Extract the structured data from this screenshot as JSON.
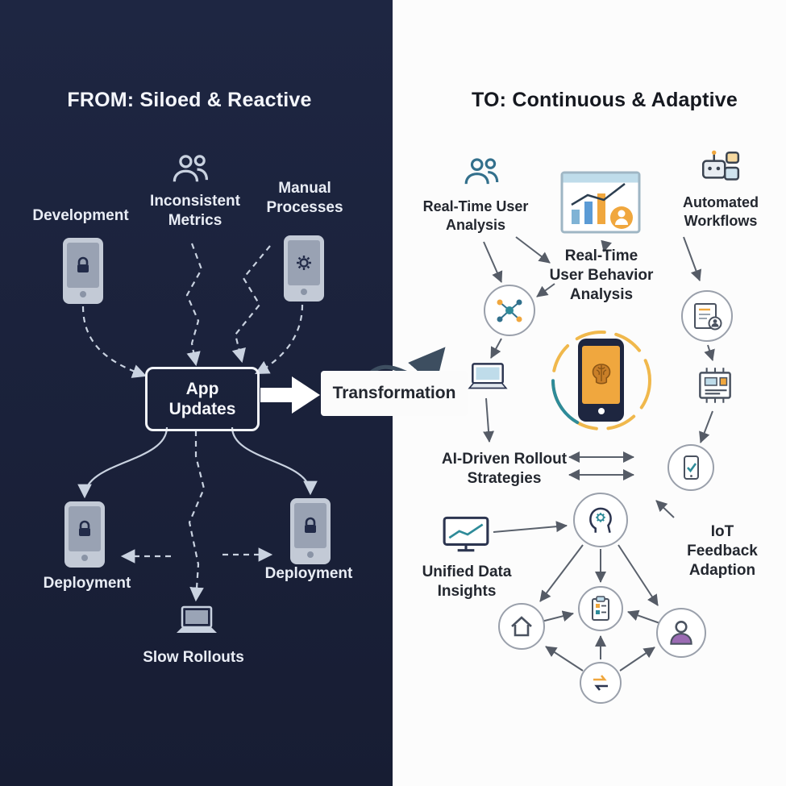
{
  "left": {
    "title": "FROM: Siloed & Reactive",
    "nodes": {
      "development": "Development",
      "inconsistent_metrics": "Inconsistent Metrics",
      "manual_processes": "Manual Processes",
      "app_updates": "App Updates",
      "deployment_left": "Deployment",
      "deployment_right": "Deployment",
      "slow_rollouts": "Slow Rollouts"
    }
  },
  "center": {
    "transformation_label": "Transformation"
  },
  "right": {
    "title": "TO: Continuous & Adaptive",
    "nodes": {
      "real_time_user_analysis": "Real-Time User Analysis",
      "automated_workflows": "Automated Workflows",
      "real_time_user_behavior_analysis": "Real-Time User Behavior Analysis",
      "ai_driven_rollout_strategies": "AI-Driven Rollout Strategies",
      "unified_data_insights": "Unified Data Insights",
      "iot_feedback_adaption": "IoT Feedback Adaption"
    }
  },
  "colors": {
    "left_background": "#1d2440",
    "accent_orange": "#f0a73e",
    "accent_teal": "#2e8b99",
    "connector_light": "#c9d2e0",
    "connector_dark": "#5a616c"
  }
}
